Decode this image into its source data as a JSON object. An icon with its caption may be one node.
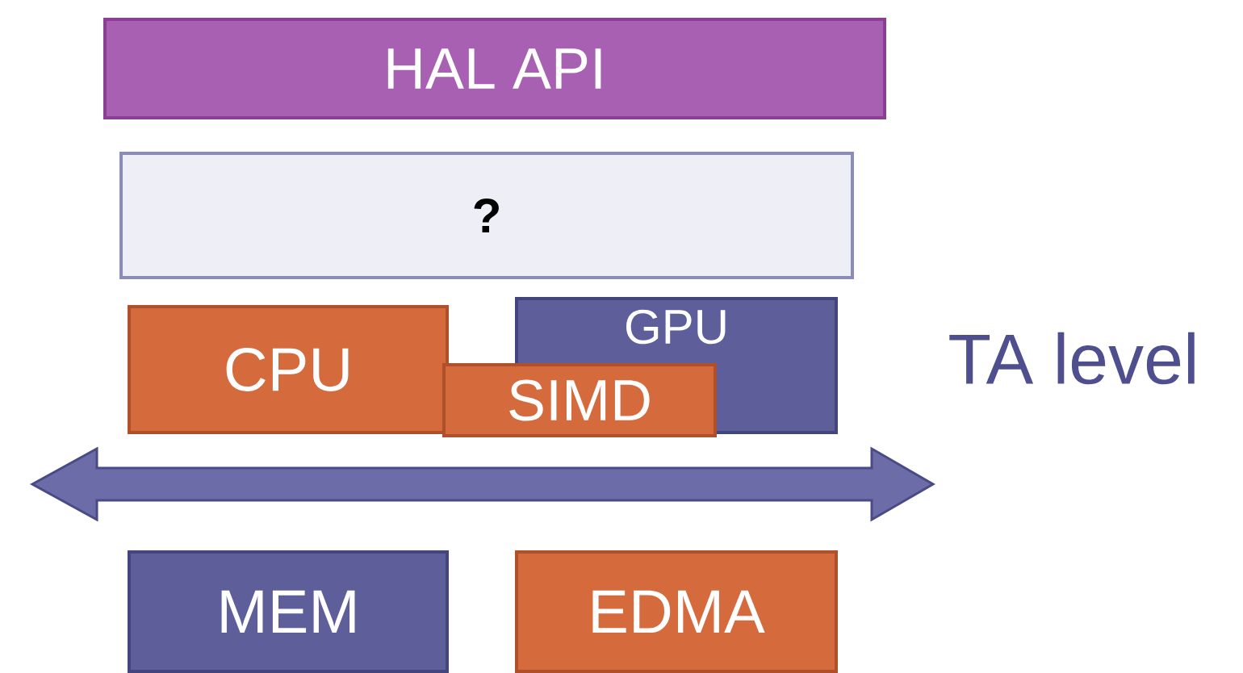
{
  "diagram": {
    "nodes": [
      {
        "text": [
          "HAL API"
        ]
      },
      {
        "text": [
          "?"
        ]
      },
      {
        "text": [
          "CPU"
        ]
      },
      {
        "text": [
          "GPU"
        ]
      },
      {
        "text": [
          "SIMD"
        ]
      },
      {
        "text": [],
        "shape": "bar"
      },
      {
        "text": [
          "MEM"
        ]
      },
      {
        "text": [
          "EDMA"
        ]
      }
    ],
    "labels": [
      "TA level"
    ]
  }
}
